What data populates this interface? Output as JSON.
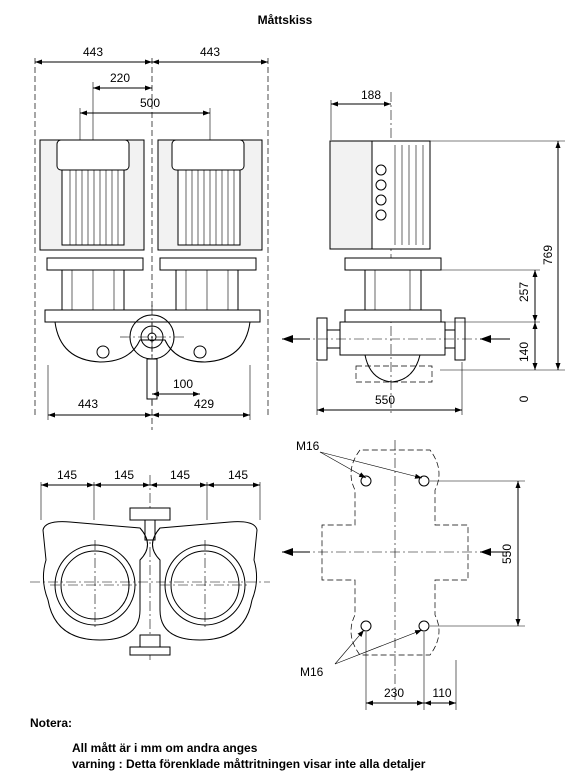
{
  "title": "Måttskiss",
  "front_view": {
    "dim_top_left": "443",
    "dim_top_right": "443",
    "dim_220": "220",
    "dim_500": "500",
    "dim_100": "100",
    "dim_bottom_left": "443",
    "dim_bottom_right": "429"
  },
  "side_view": {
    "dim_top": "188",
    "dim_width": "550",
    "dim_769": "769",
    "dim_257": "257",
    "dim_140": "140",
    "dim_0": "0"
  },
  "top_view": {
    "dim_1": "145",
    "dim_2": "145",
    "dim_3": "145",
    "dim_4": "145"
  },
  "foot_plan": {
    "bolt_top": "M16",
    "bolt_bottom": "M16",
    "dim_550": "550",
    "dim_230": "230",
    "dim_110": "110"
  },
  "notes": {
    "heading": "Notera:",
    "line1": "All mått är i mm om andra anges",
    "line2": "varning : Detta förenklade måttritningen visar inte alla detaljer"
  }
}
